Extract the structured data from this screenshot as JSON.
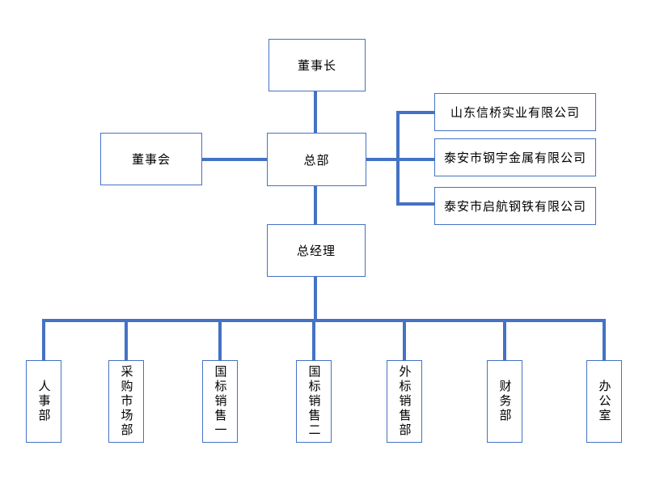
{
  "org": {
    "type": "organizational-chart",
    "colors": {
      "connector": "#4472C4",
      "box_border": "#4472C4",
      "box_background": "#FFFFFF",
      "text": "#000000"
    },
    "chairman": {
      "label": "董事长"
    },
    "board": {
      "label": "董事会"
    },
    "headquarters": {
      "label": "总部"
    },
    "general_manager": {
      "label": "总经理"
    },
    "subsidiaries": [
      {
        "label": "山东信桥实业有限公司"
      },
      {
        "label": "泰安市钢宇金属有限公司"
      },
      {
        "label": "泰安市启航钢铁有限公司"
      }
    ],
    "departments": [
      {
        "label": "人事部"
      },
      {
        "label": "采购市场部"
      },
      {
        "label": "国标销售一"
      },
      {
        "label": "国标销售二"
      },
      {
        "label": "外标销售部"
      },
      {
        "label": "财务部"
      },
      {
        "label": "办公室"
      }
    ]
  }
}
